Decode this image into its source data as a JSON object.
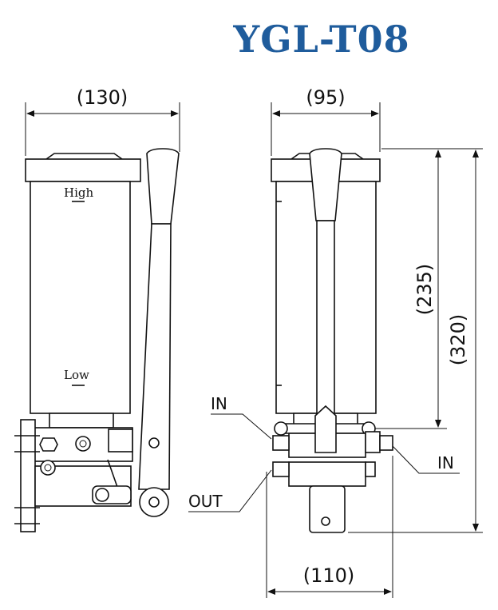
{
  "title": "YGL-T08",
  "dimensions": {
    "front_width": "(130)",
    "side_width": "(95)",
    "reservoir_height": "(235)",
    "total_height": "(320)",
    "base_width": "(110)"
  },
  "level_marks": {
    "high": "High",
    "low": "Low"
  },
  "ports": {
    "in_left": "IN",
    "in_right": "IN",
    "out": "OUT"
  },
  "colors": {
    "title": "#1f5c9c",
    "line": "#111111"
  }
}
